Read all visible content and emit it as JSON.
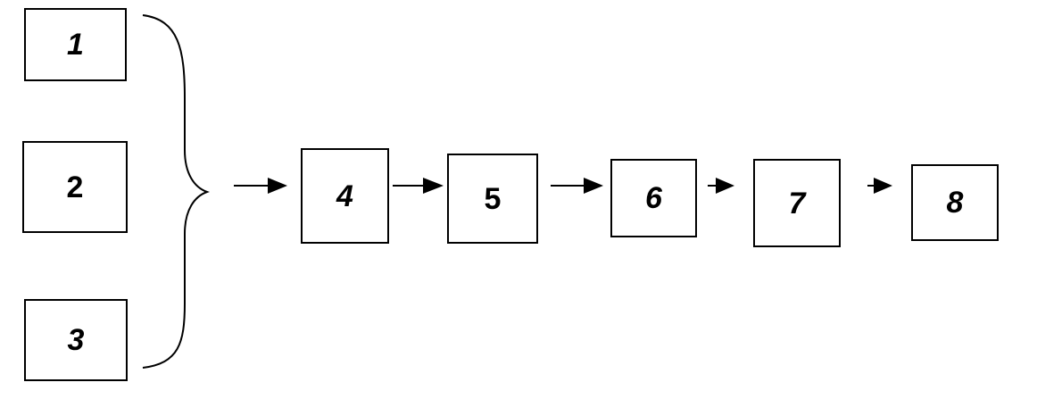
{
  "diagram": {
    "stroke_color": "#000000",
    "background": "#ffffff",
    "nodes": [
      {
        "id": "1",
        "label": "1"
      },
      {
        "id": "2",
        "label": "2"
      },
      {
        "id": "3",
        "label": "3"
      },
      {
        "id": "4",
        "label": "4"
      },
      {
        "id": "5",
        "label": "5"
      },
      {
        "id": "6",
        "label": "6"
      },
      {
        "id": "7",
        "label": "7"
      },
      {
        "id": "8",
        "label": "8"
      }
    ],
    "edges": [
      {
        "from": "1,2,3",
        "to": "4",
        "style": "curly-brace-merge"
      },
      {
        "from": "4",
        "to": "5"
      },
      {
        "from": "5",
        "to": "6"
      },
      {
        "from": "6",
        "to": "7"
      },
      {
        "from": "7",
        "to": "8"
      }
    ]
  }
}
